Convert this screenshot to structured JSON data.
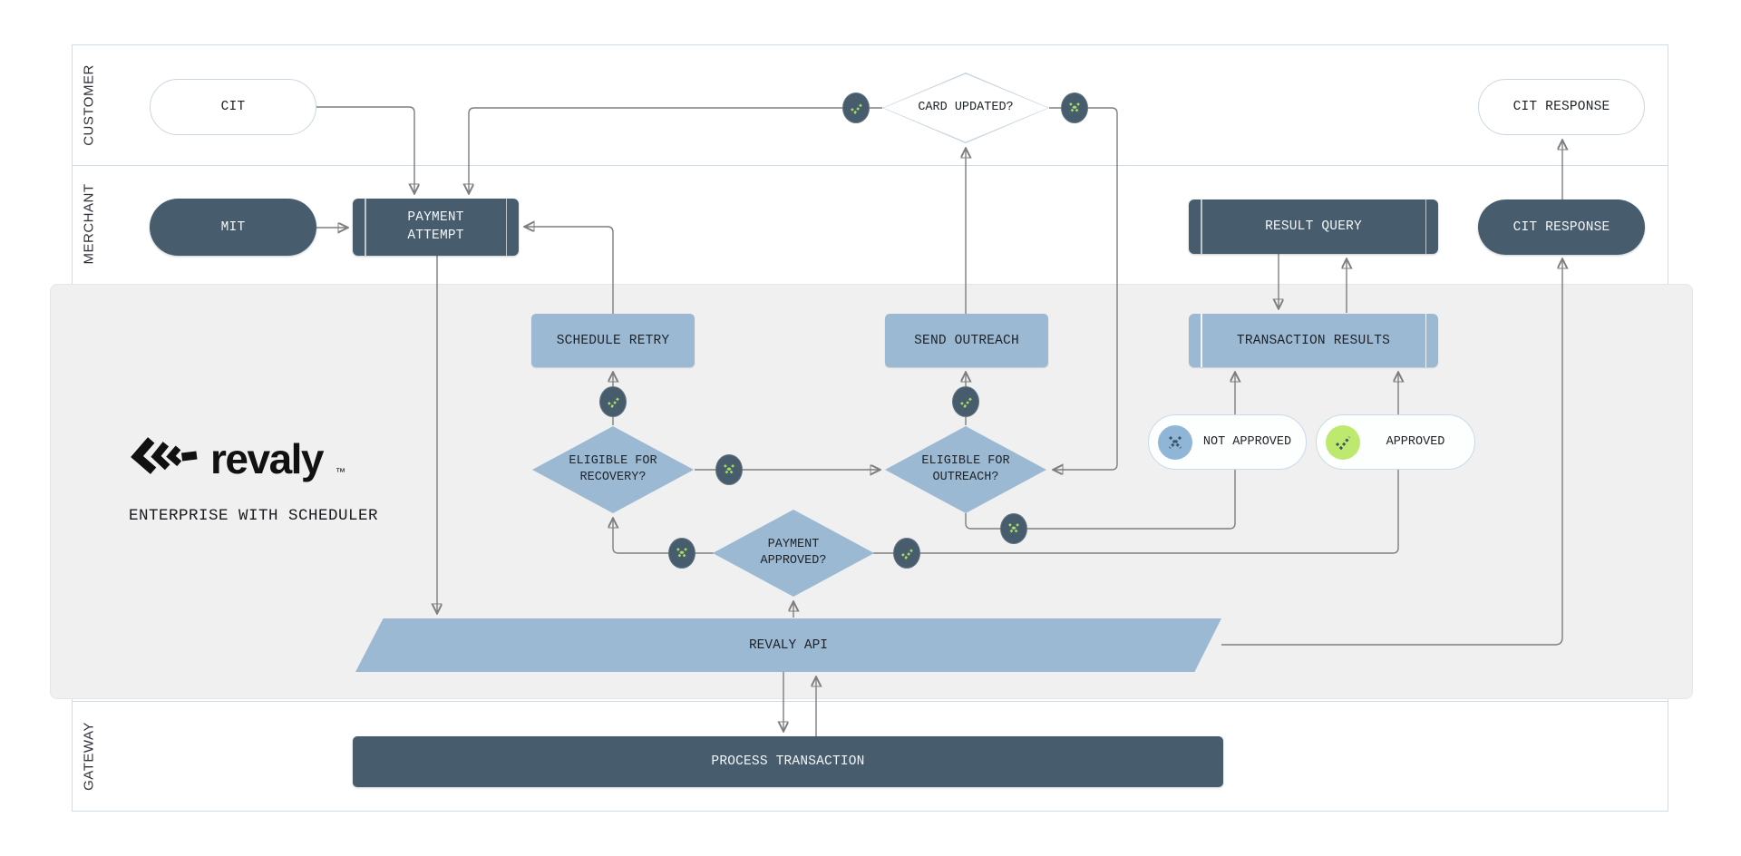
{
  "lanes": {
    "customer": "CUSTOMER",
    "merchant": "MERCHANT",
    "gateway": "GATEWAY"
  },
  "brand": {
    "name": "revaly",
    "trademark": "TM",
    "subtitle": "ENTERPRISE WITH SCHEDULER"
  },
  "nodes": {
    "cit": "CIT",
    "cit_response_customer": "CIT RESPONSE",
    "card_updated": "CARD UPDATED?",
    "mit": "MIT",
    "payment_attempt": "PAYMENT ATTEMPT",
    "result_query": "RESULT QUERY",
    "cit_response_merchant": "CIT RESPONSE",
    "schedule_retry": "SCHEDULE RETRY",
    "send_outreach": "SEND OUTREACH",
    "transaction_results": "TRANSACTION RESULTS",
    "eligible_recovery": "ELIGIBLE FOR RECOVERY?",
    "eligible_outreach": "ELIGIBLE FOR OUTREACH?",
    "payment_approved": "PAYMENT APPROVED?",
    "revaly_api": "REVALY API",
    "process_transaction": "PROCESS TRANSACTION"
  },
  "legend": {
    "not_approved": "NOT APPROVED",
    "approved": "APPROVED"
  },
  "icons": {
    "connector_yes": "check-icon",
    "connector_no": "x-icon",
    "legend_not_approved": "x-icon",
    "legend_approved": "check-icon",
    "logo_mark": "revaly-chevrons-icon"
  },
  "colors": {
    "dark_slate": "#475C6D",
    "node_blue": "#9CB9D4",
    "panel_gray": "#F0F0F0",
    "lane_border": "#CDDDEA",
    "wire_gray": "#7E7E7E",
    "icon_green": "#A8DF5F",
    "legend_green_circle": "#BDEA6E",
    "legend_blue_circle": "#8FB6D6",
    "white_node": "#FFFFFF"
  }
}
